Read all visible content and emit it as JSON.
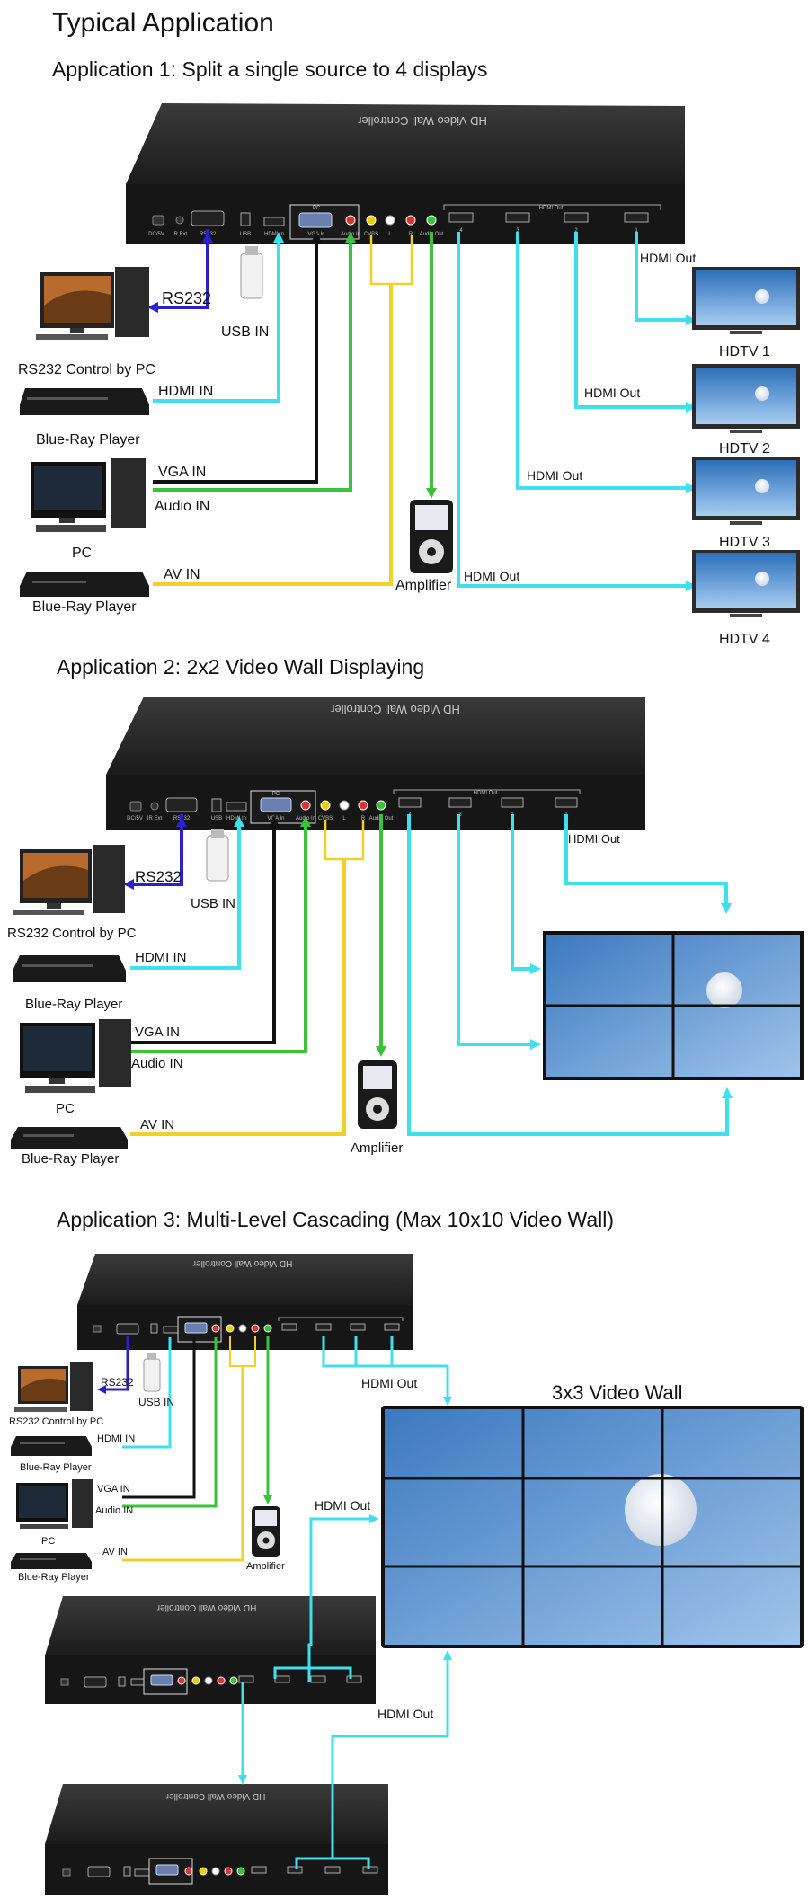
{
  "page": {
    "title": "Typical Application"
  },
  "device_text": {
    "brand": "HD Video Wall Controller",
    "dc": "DC/5V",
    "ir": "IR Ext",
    "rs232": "RS232",
    "usb": "USB",
    "hdmi_in": "HDMI In",
    "pc": "PC",
    "vga_in": "VGA In",
    "audio_in": "Audio In",
    "cvbs": "CVBS",
    "l": "L",
    "r": "R",
    "audio_out": "Audio Out",
    "hdmi_out": "HDMI Out",
    "port4": "4",
    "port3": "3",
    "port2": "2",
    "port1": "1"
  },
  "app1": {
    "heading": "Application 1: Split a single source to 4 displays",
    "rs232_cable": "RS232",
    "rs232_pc": "RS232 Control by PC",
    "usb_in": "USB IN",
    "hdmi_in": "HDMI IN",
    "blu_ray_1": "Blue-Ray Player",
    "vga_in": "VGA IN",
    "audio_in": "Audio IN",
    "pc": "PC",
    "av_in": "AV IN",
    "blu_ray_2": "Blue-Ray Player",
    "amplifier": "Amplifier",
    "hdmi_out_1": "HDMI Out",
    "hdmi_out_2": "HDMI Out",
    "hdmi_out_3": "HDMI Out",
    "hdmi_out_4": "HDMI Out",
    "hdtv1": "HDTV 1",
    "hdtv2": "HDTV 2",
    "hdtv3": "HDTV 3",
    "hdtv4": "HDTV 4"
  },
  "app2": {
    "heading": "Application 2: 2x2 Video Wall Displaying",
    "rs232_cable": "RS232",
    "rs232_pc": "RS232 Control by PC",
    "usb_in": "USB IN",
    "hdmi_in": "HDMI IN",
    "blu_ray_1": "Blue-Ray Player",
    "vga_in": "VGA IN",
    "audio_in": "Audio IN",
    "pc": "PC",
    "av_in": "AV IN",
    "blu_ray_2": "Blue-Ray Player",
    "amplifier": "Amplifier",
    "hdmi_out": "HDMI Out"
  },
  "app3": {
    "heading": "Application 3: Multi-Level Cascading (Max 10x10 Video Wall)",
    "rs232_cable": "RS232",
    "rs232_pc": "RS232 Control by PC",
    "usb_in": "USB IN",
    "hdmi_in": "HDMI IN",
    "blu_ray_1": "Blue-Ray Player",
    "vga_in": "VGA IN",
    "audio_in": "Audio IN",
    "pc": "PC",
    "av_in": "AV IN",
    "blu_ray_2": "Blue-Ray Player",
    "amplifier": "Amplifier",
    "hdmi_out_1": "HDMI Out",
    "hdmi_out_2": "HDMI Out",
    "hdmi_out_3": "HDMI Out",
    "wall_title": "3x3 Video Wall"
  },
  "colors": {
    "hdmi": "#3fe0ee",
    "rs232": "#2b21c9",
    "vga": "#111111",
    "audio": "#3ac23a",
    "av": "#f1d02a"
  }
}
